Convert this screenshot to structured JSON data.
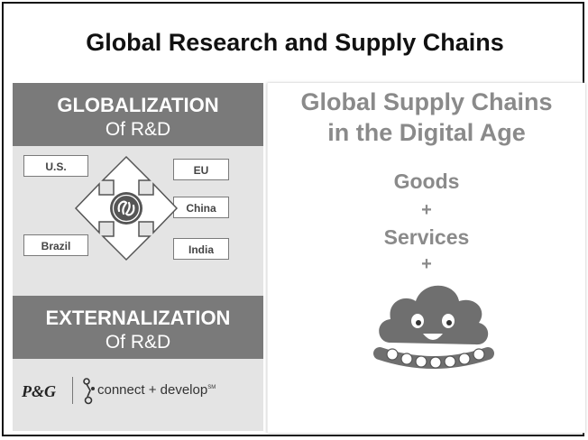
{
  "slide": {
    "title": "Global Research and Supply Chains"
  },
  "left_panel": {
    "globalization": {
      "line1": "GLOBALIZATION",
      "line2": "Of R&D"
    },
    "regions": {
      "us": "U.S.",
      "eu": "EU",
      "china": "China",
      "brazil": "Brazil",
      "india": "India"
    },
    "externalization": {
      "line1": "EXTERNALIZATION",
      "line2": "Of R&D"
    },
    "pg_logo": "P&G",
    "connect_develop": "connect + develop",
    "service_mark": "SM"
  },
  "right_panel": {
    "title_line1": "Global Supply Chains",
    "title_line2": "in the Digital Age",
    "goods": "Goods",
    "plus1": "+",
    "services": "Services",
    "plus2": "+"
  },
  "colors": {
    "band": "#7a7a7a",
    "panel_bg": "#e4e4e4",
    "right_text": "#8a8a8a"
  },
  "icons": [
    "ge-logo-icon",
    "arrow-cross-icon",
    "cloud-mascot-icon",
    "connect-develop-icon"
  ]
}
